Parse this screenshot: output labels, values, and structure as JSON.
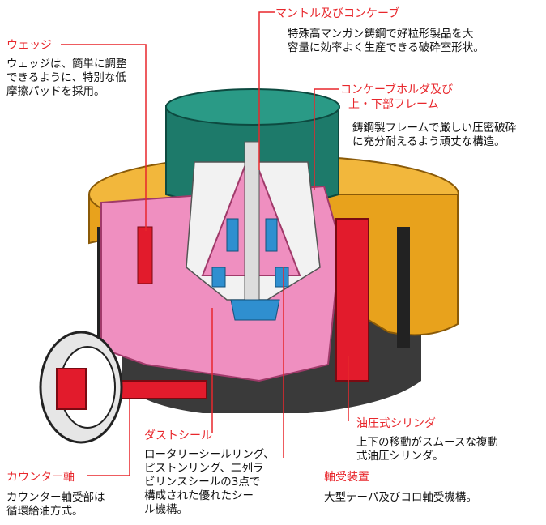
{
  "callouts": {
    "wedge": {
      "title": "ウェッジ",
      "lines": [
        "ウェッジは、簡単に調整",
        "できるように、特別な低",
        "摩擦パッドを採用。"
      ]
    },
    "mantle": {
      "title": "マントル及びコンケーブ",
      "lines": [
        "特殊高マンガン鋳鋼で好粒形製品を大",
        "容量に効率よく生産できる破砕室形状。"
      ]
    },
    "holder": {
      "title_line1": "コンケーブホルダ及び",
      "title_line2": "上・下部フレーム",
      "lines": [
        "鋳鋼製フレームで厳しい圧密破砕",
        "に充分耐えるよう頑丈な構造。"
      ]
    },
    "cylinder": {
      "title": "油圧式シリンダ",
      "lines": [
        "上下の移動がスムースな複動",
        "式油圧シリンダ。"
      ]
    },
    "dustseal": {
      "title": "ダストシール",
      "lines": [
        "ロータリーシールリング、",
        "ピストンリング、二列ラ",
        "ビリンスシールの3点で",
        "構成された優れたシー",
        "ル機構。"
      ]
    },
    "bearing": {
      "title": "軸受装置",
      "lines": [
        "大型テーパ及びコロ軸受機構。"
      ]
    },
    "countershaft": {
      "title": "カウンター軸",
      "lines": [
        "カウンター軸受部は",
        "循環給油方式。"
      ]
    }
  },
  "colors": {
    "accent": "#e8272c",
    "frame_pink": "#ef8fc0",
    "hopper_teal": "#1d7a6a",
    "base_gold": "#e8a21c",
    "bearing_blue": "#2f8fd0",
    "part_red": "#e21b2c",
    "dark": "#2a2a2a"
  }
}
